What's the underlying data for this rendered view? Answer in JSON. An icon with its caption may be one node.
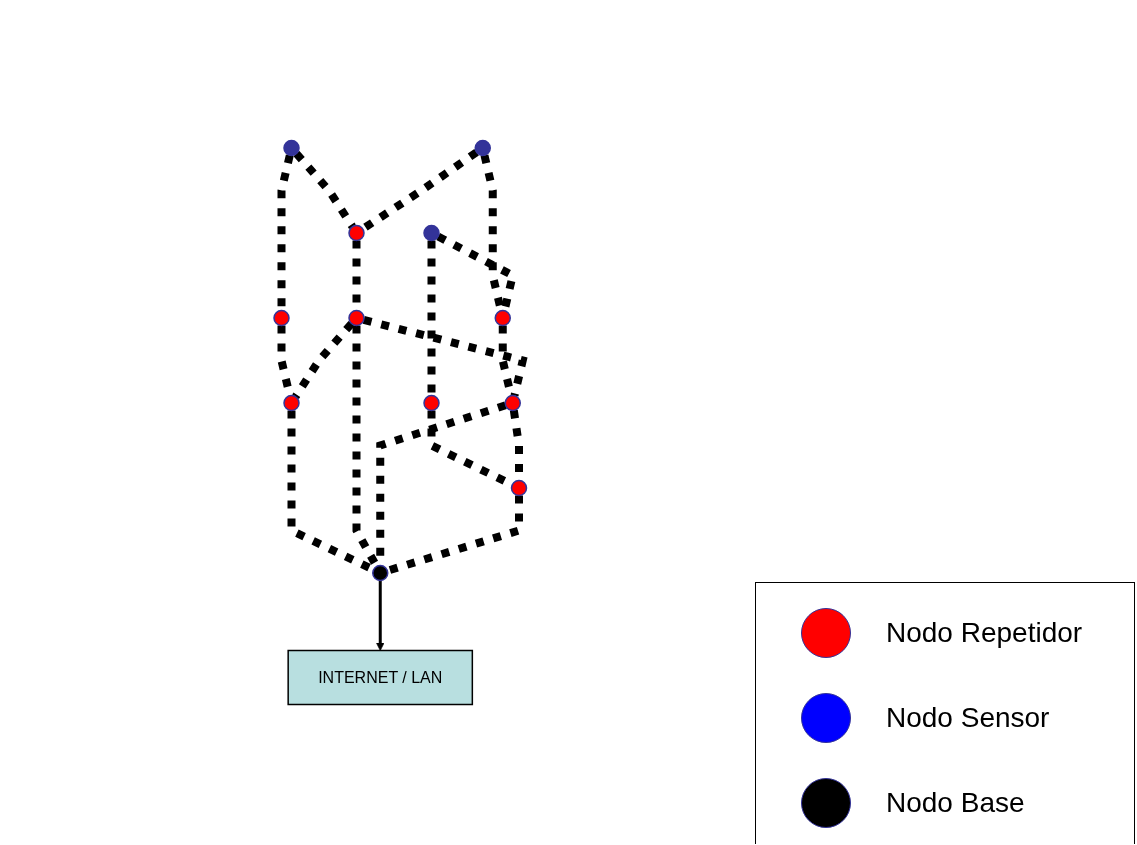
{
  "diagram": {
    "nodes": [
      {
        "text": [],
        "shape": "circle"
      },
      {
        "text": [],
        "shape": "circle"
      },
      {
        "text": [],
        "shape": "circle"
      },
      {
        "text": [],
        "shape": "circle"
      },
      {
        "text": [],
        "shape": "circle"
      },
      {
        "text": [],
        "shape": "circle"
      },
      {
        "text": [],
        "shape": "circle"
      },
      {
        "text": [],
        "shape": "circle"
      },
      {
        "text": [],
        "shape": "circle"
      },
      {
        "text": [],
        "shape": "circle"
      },
      {
        "text": [],
        "shape": "circle"
      },
      {
        "text": [],
        "shape": "circle"
      },
      {
        "text": [
          "INTERNET / LAN"
        ]
      }
    ],
    "edges": [
      {
        "from": 1,
        "to": 3,
        "arrow": "none",
        "style": "dashed"
      },
      {
        "from": 1,
        "to": 5,
        "arrow": "none",
        "style": "dashed"
      },
      {
        "from": 0,
        "to": 3,
        "arrow": "none",
        "style": "dashed"
      },
      {
        "from": 0,
        "to": 4,
        "arrow": "none",
        "style": "dashed"
      },
      {
        "from": 2,
        "to": 4,
        "arrow": "none",
        "style": "dashed"
      },
      {
        "from": 2,
        "to": 6,
        "arrow": "none",
        "style": "dashed"
      },
      {
        "from": 3,
        "to": 7,
        "arrow": "none",
        "style": "dashed"
      },
      {
        "from": 4,
        "to": 8,
        "arrow": "none",
        "style": "dashed"
      },
      {
        "from": 7,
        "to": 8,
        "arrow": "none",
        "style": "dashed"
      },
      {
        "from": 5,
        "to": 9,
        "arrow": "none",
        "style": "dashed"
      },
      {
        "from": 6,
        "to": 10,
        "arrow": "none",
        "style": "dashed"
      },
      {
        "from": 7,
        "to": 9,
        "arrow": "none",
        "style": "dashed"
      },
      {
        "from": 8,
        "to": 10,
        "arrow": "none",
        "style": "dashed"
      },
      {
        "from": 9,
        "to": 11,
        "arrow": "none",
        "style": "dashed"
      },
      {
        "from": 7,
        "to": 11,
        "arrow": "none",
        "style": "dashed"
      },
      {
        "from": 8,
        "to": 11,
        "arrow": "none",
        "style": "dashed"
      },
      {
        "from": 10,
        "to": 11,
        "arrow": "none",
        "style": "dashed"
      },
      {
        "from": 11,
        "to": 12,
        "arrow": "to"
      }
    ],
    "legend": [
      {
        "text": "Nodo Repetidor",
        "color": "#ff0000"
      },
      {
        "text": "Nodo Sensor",
        "color": "#0000ff"
      },
      {
        "text": "Nodo Base",
        "color": "#000000"
      }
    ]
  }
}
